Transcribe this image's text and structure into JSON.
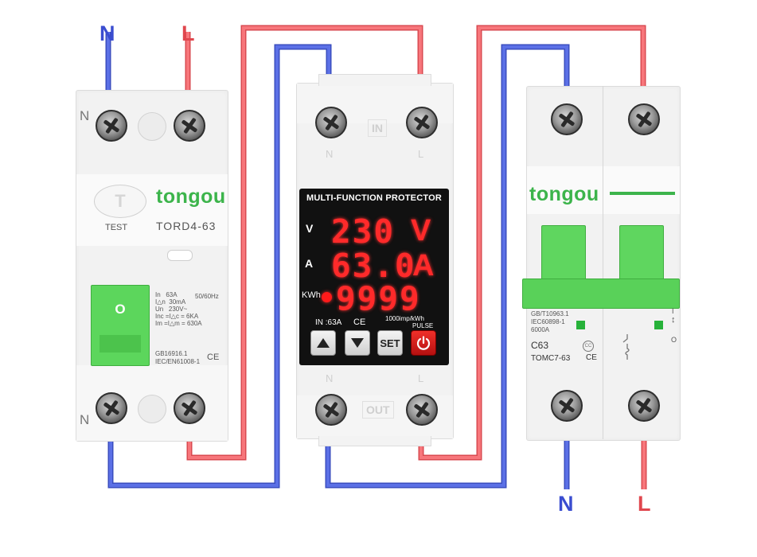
{
  "wire_labels": {
    "top_n": "N",
    "top_l": "L",
    "bottom_n": "N",
    "bottom_l": "L"
  },
  "colors": {
    "neutral_wire": "#4a5fd6",
    "live_wire": "#ef5b61",
    "brand_green": "#3cb44b",
    "display_red": "#ff2a2a"
  },
  "rcd": {
    "terminal_top": "N",
    "terminal_bottom": "N",
    "brand": "tongou",
    "test_label": "TEST",
    "model": "TORD4-63",
    "handle_label": "O",
    "specs_left": "In   63A\nI△n  30mA\nUn   230V~\nInc =I△c = 6KA\nIm =I△m = 630A",
    "freq": "50/60Hz",
    "standard_1": "GB16916.1",
    "standard_2": "IEC/EN61008-1",
    "ce": "CE"
  },
  "protector": {
    "top_in": "IN",
    "top_n": "N",
    "top_l": "L",
    "bottom_n": "N",
    "bottom_l": "L",
    "bottom_out": "OUT",
    "title": "MULTI-FUNCTION PROTECTOR",
    "rows": [
      {
        "label": "V",
        "value": "230",
        "unit": "V"
      },
      {
        "label": "A",
        "value": "63.0",
        "unit": "A"
      },
      {
        "label": "KWh",
        "value": "9999",
        "unit": ""
      }
    ],
    "rating": "IN :63A",
    "ce": "CE",
    "impulse": "1000imp/kWh",
    "pulse": "PULSE",
    "buttons": {
      "up": "up-arrow",
      "down": "down-arrow",
      "set": "SET",
      "power": "power-icon"
    }
  },
  "mcb": {
    "brand": "tongou",
    "spec_1": "GB/T10963.1",
    "spec_2": "IEC60898-1",
    "spec_3": "6000A",
    "rating": "C63",
    "model": "TOMC7-63",
    "ce": "CE",
    "off_label": "O",
    "on_label": "I"
  }
}
